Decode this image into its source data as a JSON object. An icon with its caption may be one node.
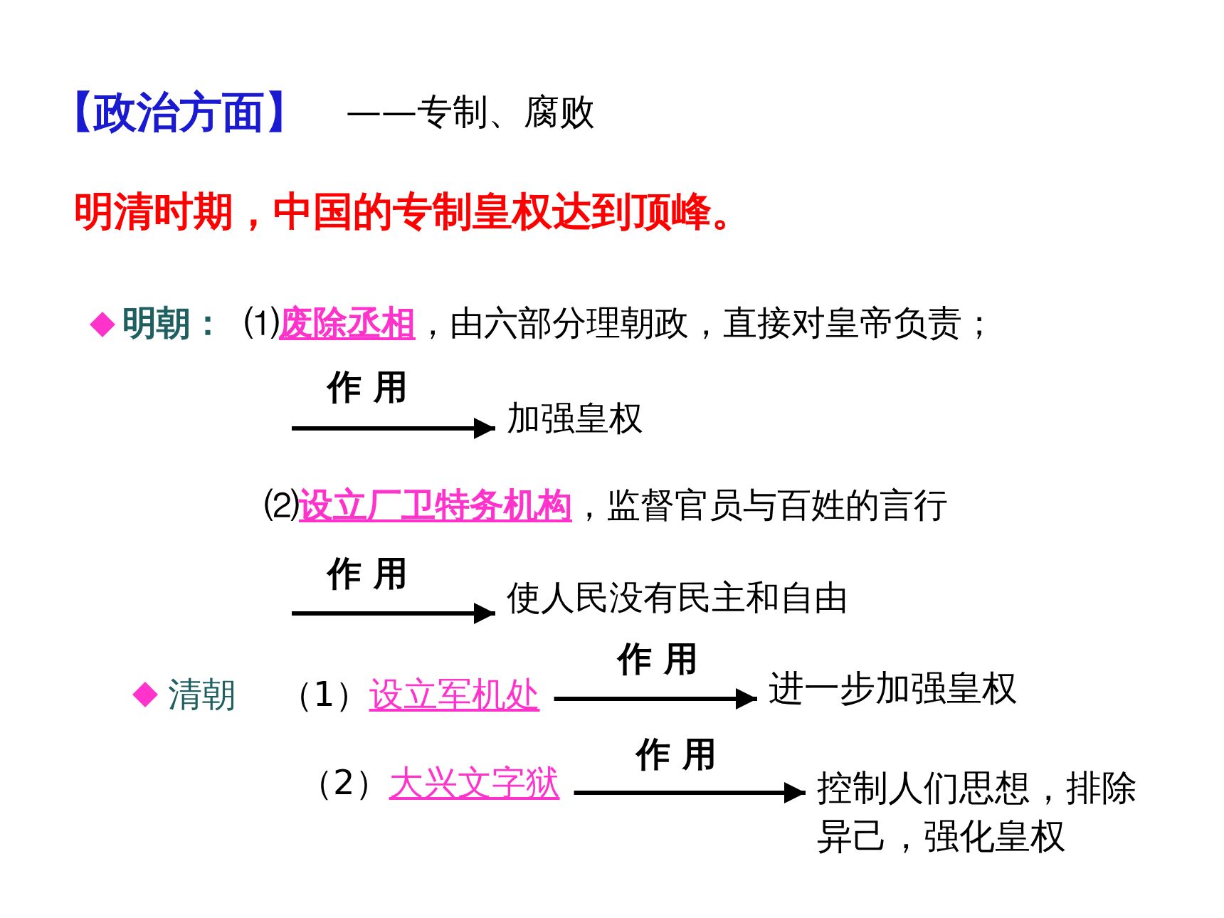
{
  "diagram": {
    "title": "【政治方面】",
    "nodes": [
      {
        "text": [
          "⑴**废除丞相**，由六部分理朝政，直接对皇帝负责；"
        ]
      },
      {
        "text": [
          "加强皇权"
        ]
      },
      {
        "text": [
          "⑵**设立厂卫特务机构**，监督官员与百姓的言行"
        ]
      },
      {
        "text": [
          "使人民没有民主和自由"
        ]
      },
      {
        "text": [
          "（1）*设立军机处*"
        ]
      },
      {
        "text": [
          "进一步加强皇权"
        ]
      },
      {
        "text": [
          "（2）*大兴文字狱*"
        ]
      },
      {
        "text": [
          "控制人们思想，排除异己，强化皇权"
        ]
      }
    ],
    "edges": [
      {
        "from": null,
        "to": 1,
        "arrow": "to",
        "label": "作 用"
      },
      {
        "from": null,
        "to": 3,
        "arrow": "to",
        "label": "作 用"
      },
      {
        "from": 4,
        "to": 5,
        "arrow": "to",
        "label": "作 用"
      },
      {
        "from": 6,
        "to": 7,
        "arrow": "to",
        "label": "作 用"
      }
    ],
    "labels": [
      "——专制、腐败",
      "明清时期，中国的专制皇权达到顶峰。",
      "明朝：",
      "清朝"
    ]
  }
}
